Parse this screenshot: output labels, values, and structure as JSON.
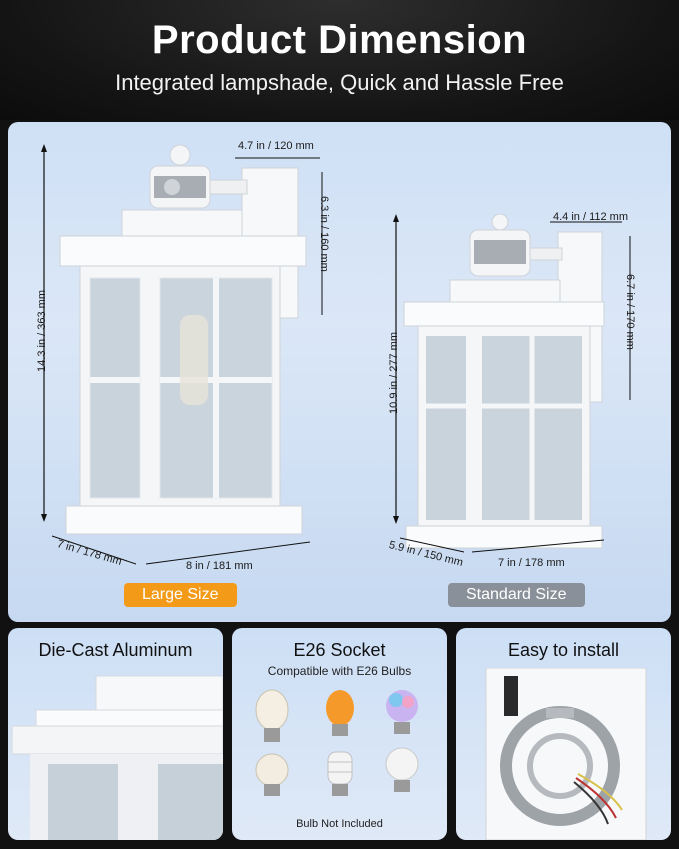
{
  "header": {
    "title": "Product Dimension",
    "subtitle": "Integrated lampshade, Quick and Hassle Free"
  },
  "large": {
    "badge": "Large Size",
    "height": "14.3 in / 363 mm",
    "arm_depth": "4.7 in / 120 mm",
    "plate_height": "6.3 in / 160 mm",
    "width": "8 in / 181 mm",
    "depth": "7 in / 178 mm"
  },
  "standard": {
    "badge": "Standard Size",
    "height": "10.9 in / 277 mm",
    "arm_depth": "4.4 in / 112 mm",
    "plate_height": "6.7 in / 170 mm",
    "width": "7 in / 178 mm",
    "depth": "5.9 in / 150 mm"
  },
  "cards": {
    "aluminum": {
      "title": "Die-Cast Aluminum"
    },
    "socket": {
      "title": "E26 Socket",
      "subtitle": "Compatible with E26 Bulbs",
      "note": "Bulb Not Included"
    },
    "install": {
      "title": "Easy to install"
    }
  },
  "colors": {
    "badge_large": "#f39b18",
    "badge_standard": "#8a9099",
    "panel": "#d4e3f6"
  }
}
